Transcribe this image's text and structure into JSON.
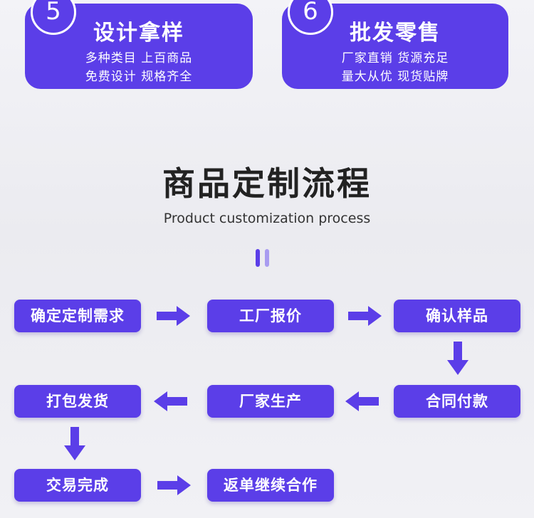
{
  "cards": [
    {
      "number": "5",
      "title": "设计拿样",
      "line1": "多种类目 上百商品",
      "line2": "免费设计 规格齐全"
    },
    {
      "number": "6",
      "title": "批发零售",
      "line1": "厂家直销 货源充足",
      "line2": "量大从优 现货贴牌"
    }
  ],
  "section": {
    "title": "商品定制流程",
    "subtitle": "Product customization process"
  },
  "steps": [
    "确定定制需求",
    "工厂报价",
    "确认样品",
    "合同付款",
    "厂家生产",
    "打包发货",
    "交易完成",
    "返单继续合作"
  ],
  "colors": {
    "accent": "#5b3ee8",
    "accent_light": "#a99cf0",
    "background": "#efeff4",
    "title_text": "#222222"
  },
  "icons": [
    "arrow-right-icon",
    "arrow-down-icon",
    "arrow-left-icon"
  ]
}
